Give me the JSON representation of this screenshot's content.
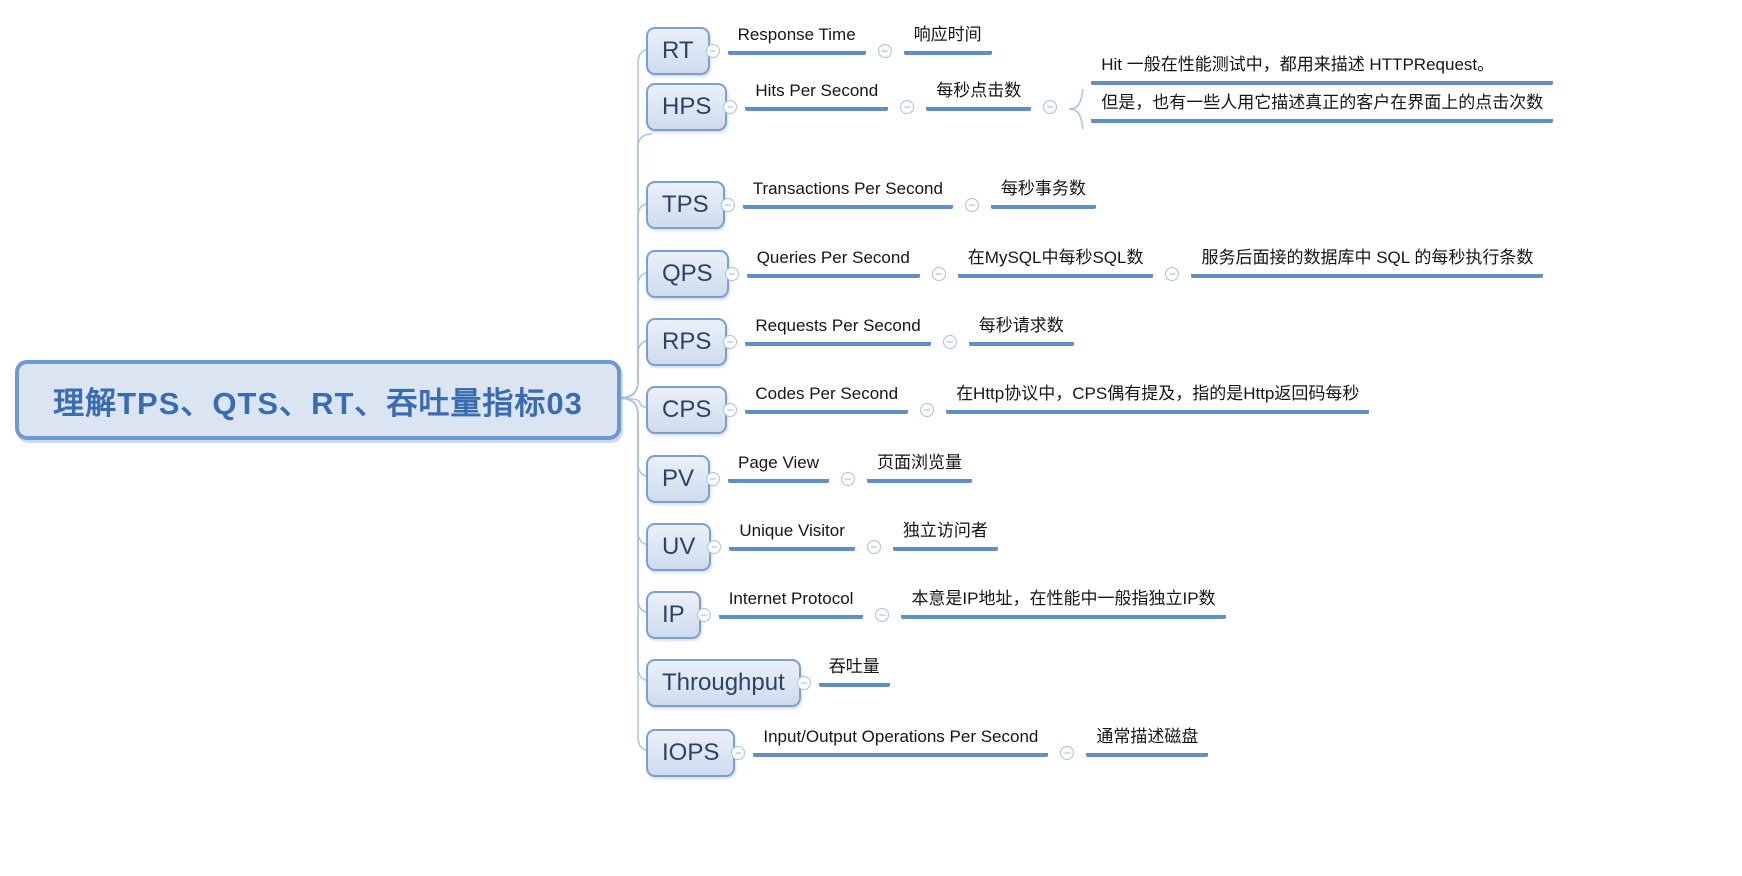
{
  "root": {
    "title": "理解TPS、QTS、RT、吞吐量指标03"
  },
  "icons": {
    "collapse": "−"
  },
  "colors": {
    "node_fill": "#dbe5f2",
    "node_border": "#7b9fd0",
    "root_border": "#6d98d2",
    "root_text": "#3a6cb4",
    "underline": "#5f8ec9",
    "connector": "#a9c2e2",
    "label_text": "#151515"
  },
  "branches": [
    {
      "node": "RT",
      "labels": [
        "Response Time",
        "响应时间"
      ]
    },
    {
      "node": "HPS",
      "labels": [
        "Hits Per Second",
        "每秒点击数"
      ],
      "children": [
        "Hit 一般在性能测试中，都用来描述 HTTPRequest。",
        "但是，也有一些人用它描述真正的客户在界面上的点击次数"
      ]
    },
    {
      "node": "TPS",
      "labels": [
        "Transactions Per Second",
        "每秒事务数"
      ]
    },
    {
      "node": "QPS",
      "labels": [
        "Queries Per Second",
        "在MySQL中每秒SQL数",
        "服务后面接的数据库中 SQL 的每秒执行条数"
      ]
    },
    {
      "node": "RPS",
      "labels": [
        "Requests Per Second",
        "每秒请求数"
      ]
    },
    {
      "node": "CPS",
      "labels": [
        "Codes Per Second",
        "在Http协议中，CPS偶有提及，指的是Http返回码每秒"
      ]
    },
    {
      "node": "PV",
      "labels": [
        "Page View",
        "页面浏览量"
      ]
    },
    {
      "node": "UV",
      "labels": [
        "Unique Visitor",
        "独立访问者"
      ]
    },
    {
      "node": "IP",
      "labels": [
        "Internet Protocol",
        "本意是IP地址，在性能中一般指独立IP数"
      ]
    },
    {
      "node": "Throughput",
      "labels": [
        "吞吐量"
      ]
    },
    {
      "node": "IOPS",
      "labels": [
        "Input/Output Operations Per Second",
        "通常描述磁盘"
      ]
    }
  ]
}
